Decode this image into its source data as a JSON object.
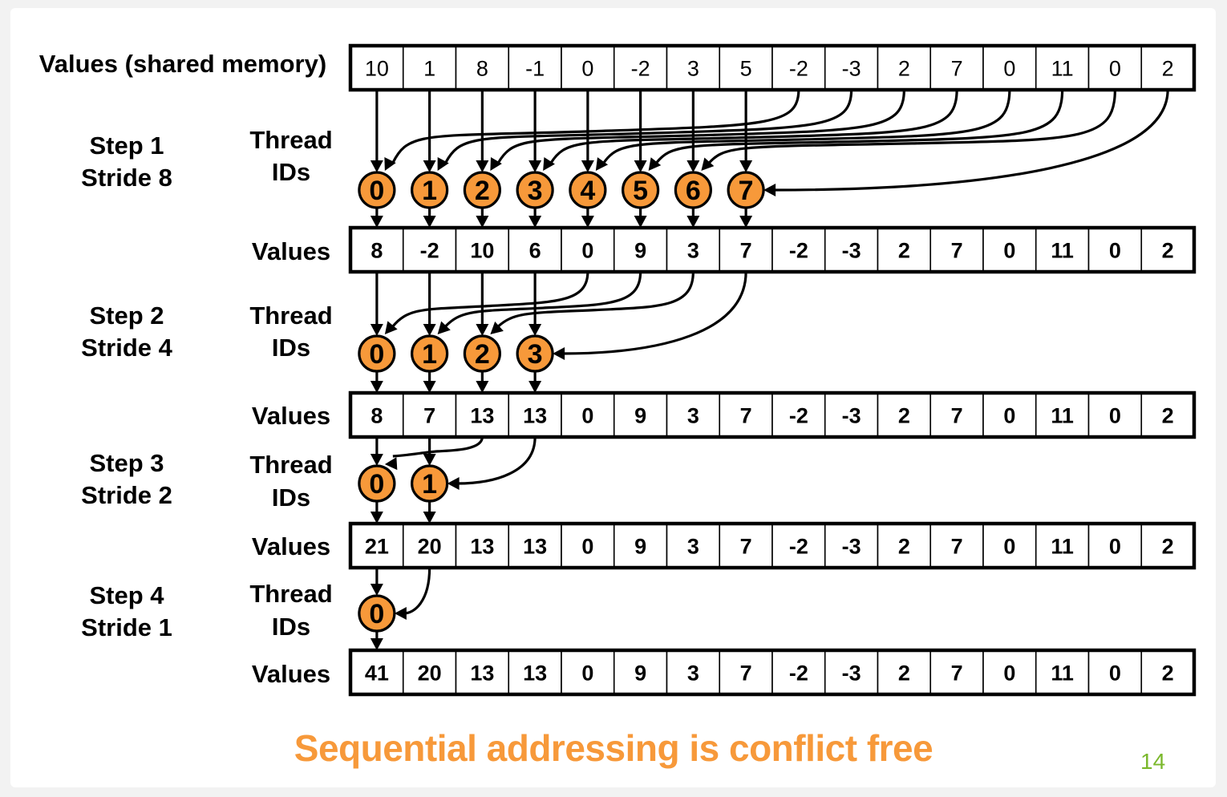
{
  "slide": {
    "caption": "Sequential addressing is conflict free",
    "page_number": "14",
    "colors": {
      "thread_fill": "#f7993a",
      "caption": "#f7993a",
      "page_number": "#7bb82c",
      "ink": "#000000"
    }
  },
  "initial": {
    "label": "Values (shared memory)",
    "values": [
      "10",
      "1",
      "8",
      "-1",
      "0",
      "-2",
      "3",
      "5",
      "-2",
      "-3",
      "2",
      "7",
      "0",
      "11",
      "0",
      "2"
    ]
  },
  "steps": [
    {
      "step_label": "Step 1",
      "stride_label": "Stride 8",
      "stride": 8,
      "thread_label_line1": "Thread",
      "thread_label_line2": "IDs",
      "thread_ids": [
        "0",
        "1",
        "2",
        "3",
        "4",
        "5",
        "6",
        "7"
      ],
      "values_label": "Values",
      "values": [
        "8",
        "-2",
        "10",
        "6",
        "0",
        "9",
        "3",
        "7",
        "-2",
        "-3",
        "2",
        "7",
        "0",
        "11",
        "0",
        "2"
      ]
    },
    {
      "step_label": "Step 2",
      "stride_label": "Stride 4",
      "stride": 4,
      "thread_label_line1": "Thread",
      "thread_label_line2": "IDs",
      "thread_ids": [
        "0",
        "1",
        "2",
        "3"
      ],
      "values_label": "Values",
      "values": [
        "8",
        "7",
        "13",
        "13",
        "0",
        "9",
        "3",
        "7",
        "-2",
        "-3",
        "2",
        "7",
        "0",
        "11",
        "0",
        "2"
      ]
    },
    {
      "step_label": "Step 3",
      "stride_label": "Stride 2",
      "stride": 2,
      "thread_label_line1": "Thread",
      "thread_label_line2": "IDs",
      "thread_ids": [
        "0",
        "1"
      ],
      "values_label": "Values",
      "values": [
        "21",
        "20",
        "13",
        "13",
        "0",
        "9",
        "3",
        "7",
        "-2",
        "-3",
        "2",
        "7",
        "0",
        "11",
        "0",
        "2"
      ]
    },
    {
      "step_label": "Step 4",
      "stride_label": "Stride 1",
      "stride": 1,
      "thread_label_line1": "Thread",
      "thread_label_line2": "IDs",
      "thread_ids": [
        "0"
      ],
      "values_label": "Values",
      "values": [
        "41",
        "20",
        "13",
        "13",
        "0",
        "9",
        "3",
        "7",
        "-2",
        "-3",
        "2",
        "7",
        "0",
        "11",
        "0",
        "2"
      ]
    }
  ]
}
